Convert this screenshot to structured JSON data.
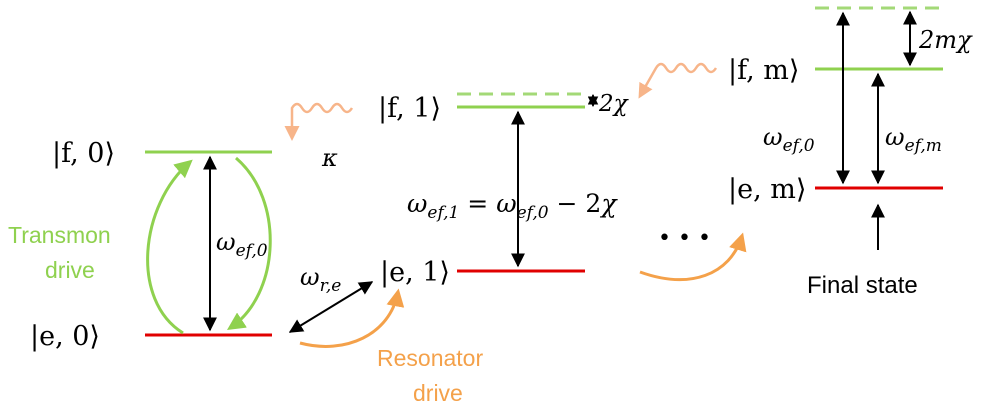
{
  "colors": {
    "green": "#8fd14f",
    "green_dashed": "#a3d977",
    "red": "#e00000",
    "orange": "#f4a14a",
    "photon": "#f7b58a",
    "black": "#000000"
  },
  "states": {
    "f0": "|f, 0⟩",
    "e0": "|e, 0⟩",
    "f1": "|f, 1⟩",
    "e1": "|e, 1⟩",
    "fm": "|f, m⟩",
    "em": "|e, m⟩"
  },
  "labels": {
    "transmon_drive_1": "Transmon",
    "transmon_drive_2": "drive",
    "resonator_drive_1": "Resonator",
    "resonator_drive_2": "drive",
    "final_state": "Final state",
    "kappa": "κ",
    "omega_ef0_left": "ωef,0",
    "omega_re": "ωr,e",
    "omega_ef1_eq": "ωef,1 = ωef,0 − 2χ",
    "two_chi": "2χ",
    "two_m_chi": "2mχ",
    "omega_ef0_right": "ωef,0",
    "omega_efm": "ωef,m",
    "ellipsis": "• • •"
  }
}
